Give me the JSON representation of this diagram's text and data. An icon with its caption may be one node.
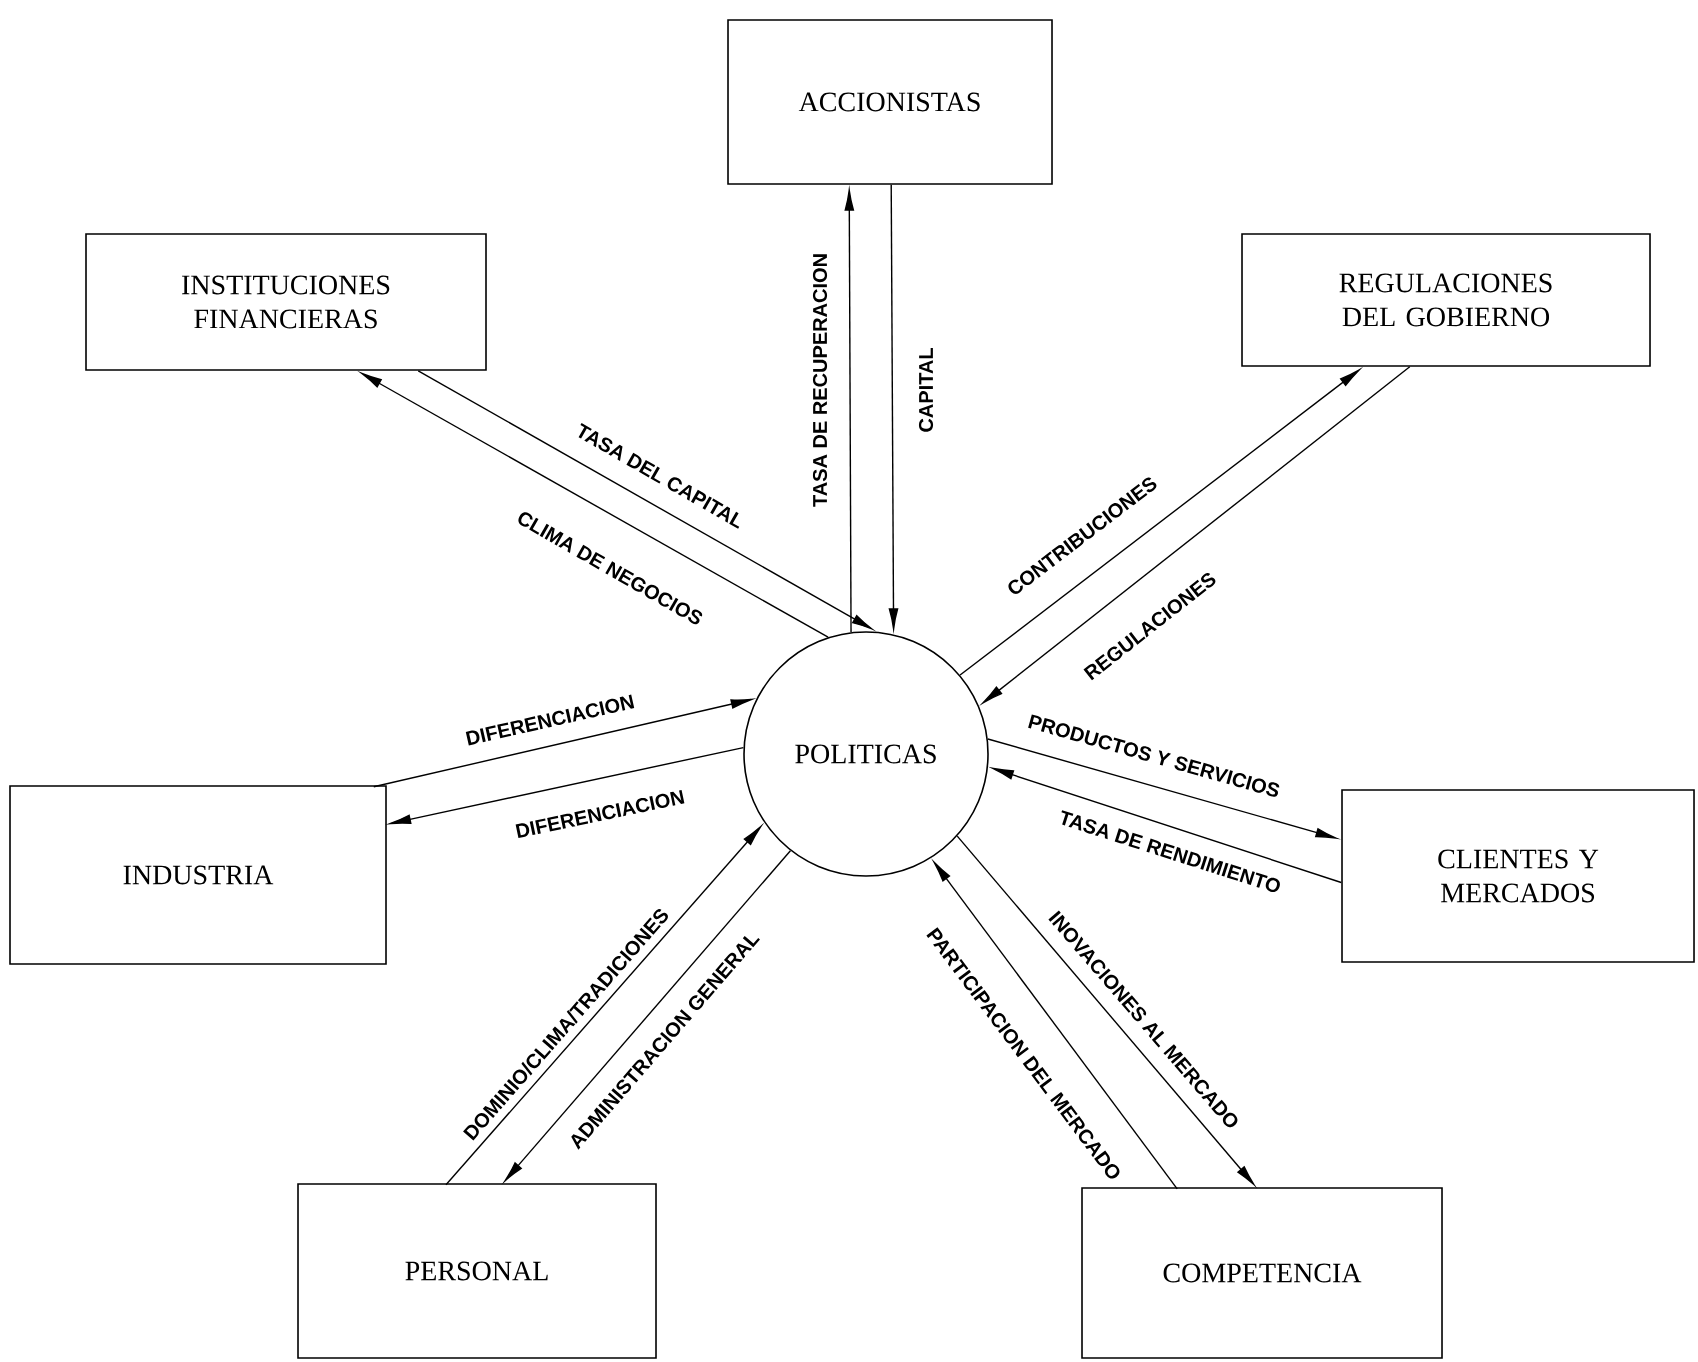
{
  "diagram": {
    "nodes": [
      {
        "text": [
          "ACCIONISTAS"
        ]
      },
      {
        "text": [
          "INSTITUCIONES FINANCIERAS"
        ]
      },
      {
        "text": [
          "REGULACIONES DEL GOBIERNO"
        ]
      },
      {
        "text": [
          "POLITICAS"
        ]
      },
      {
        "text": [
          "INDUSTRIA"
        ]
      },
      {
        "text": [
          "CLIENTES Y MERCADOS"
        ]
      },
      {
        "text": [
          "PERSONAL"
        ]
      },
      {
        "text": [
          "COMPETENCIA"
        ]
      }
    ],
    "edges": [
      {
        "from": 3,
        "to": 0,
        "arrow": "to",
        "label": "TASA DE RECUPERACION"
      },
      {
        "from": 0,
        "to": 3,
        "arrow": "to",
        "label": "CAPITAL"
      },
      {
        "from": 1,
        "to": 3,
        "arrow": "to",
        "label": "TASA DEL CAPITAL"
      },
      {
        "from": 3,
        "to": 1,
        "arrow": "to",
        "label": "CLIMA DE NEGOCIOS"
      },
      {
        "from": 3,
        "to": 2,
        "arrow": "to",
        "label": "CONTRIBUCIONES"
      },
      {
        "from": 2,
        "to": 3,
        "arrow": "to",
        "label": "REGULACIONES"
      },
      {
        "from": 4,
        "to": 3,
        "arrow": "to",
        "label": "DIFERENCIACION"
      },
      {
        "from": 3,
        "to": 4,
        "arrow": "to",
        "label": "DIFERENCIACION"
      },
      {
        "from": 3,
        "to": 5,
        "arrow": "to",
        "label": "PRODUCTOS Y SERVICIOS"
      },
      {
        "from": 5,
        "to": 3,
        "arrow": "to",
        "label": "TASA DE RENDIMIENTO"
      },
      {
        "from": 6,
        "to": 3,
        "arrow": "to",
        "label": "DOMINIO/CLIMA/TRADICIONES"
      },
      {
        "from": 3,
        "to": 6,
        "arrow": "to",
        "label": "ADMINISTRACION GENERAL"
      },
      {
        "from": 7,
        "to": 3,
        "arrow": "to",
        "label": "PARTICIPACION DEL MERCADO"
      },
      {
        "from": 3,
        "to": 7,
        "arrow": "to",
        "label": "INOVACIONES AL MERCADO"
      }
    ]
  }
}
